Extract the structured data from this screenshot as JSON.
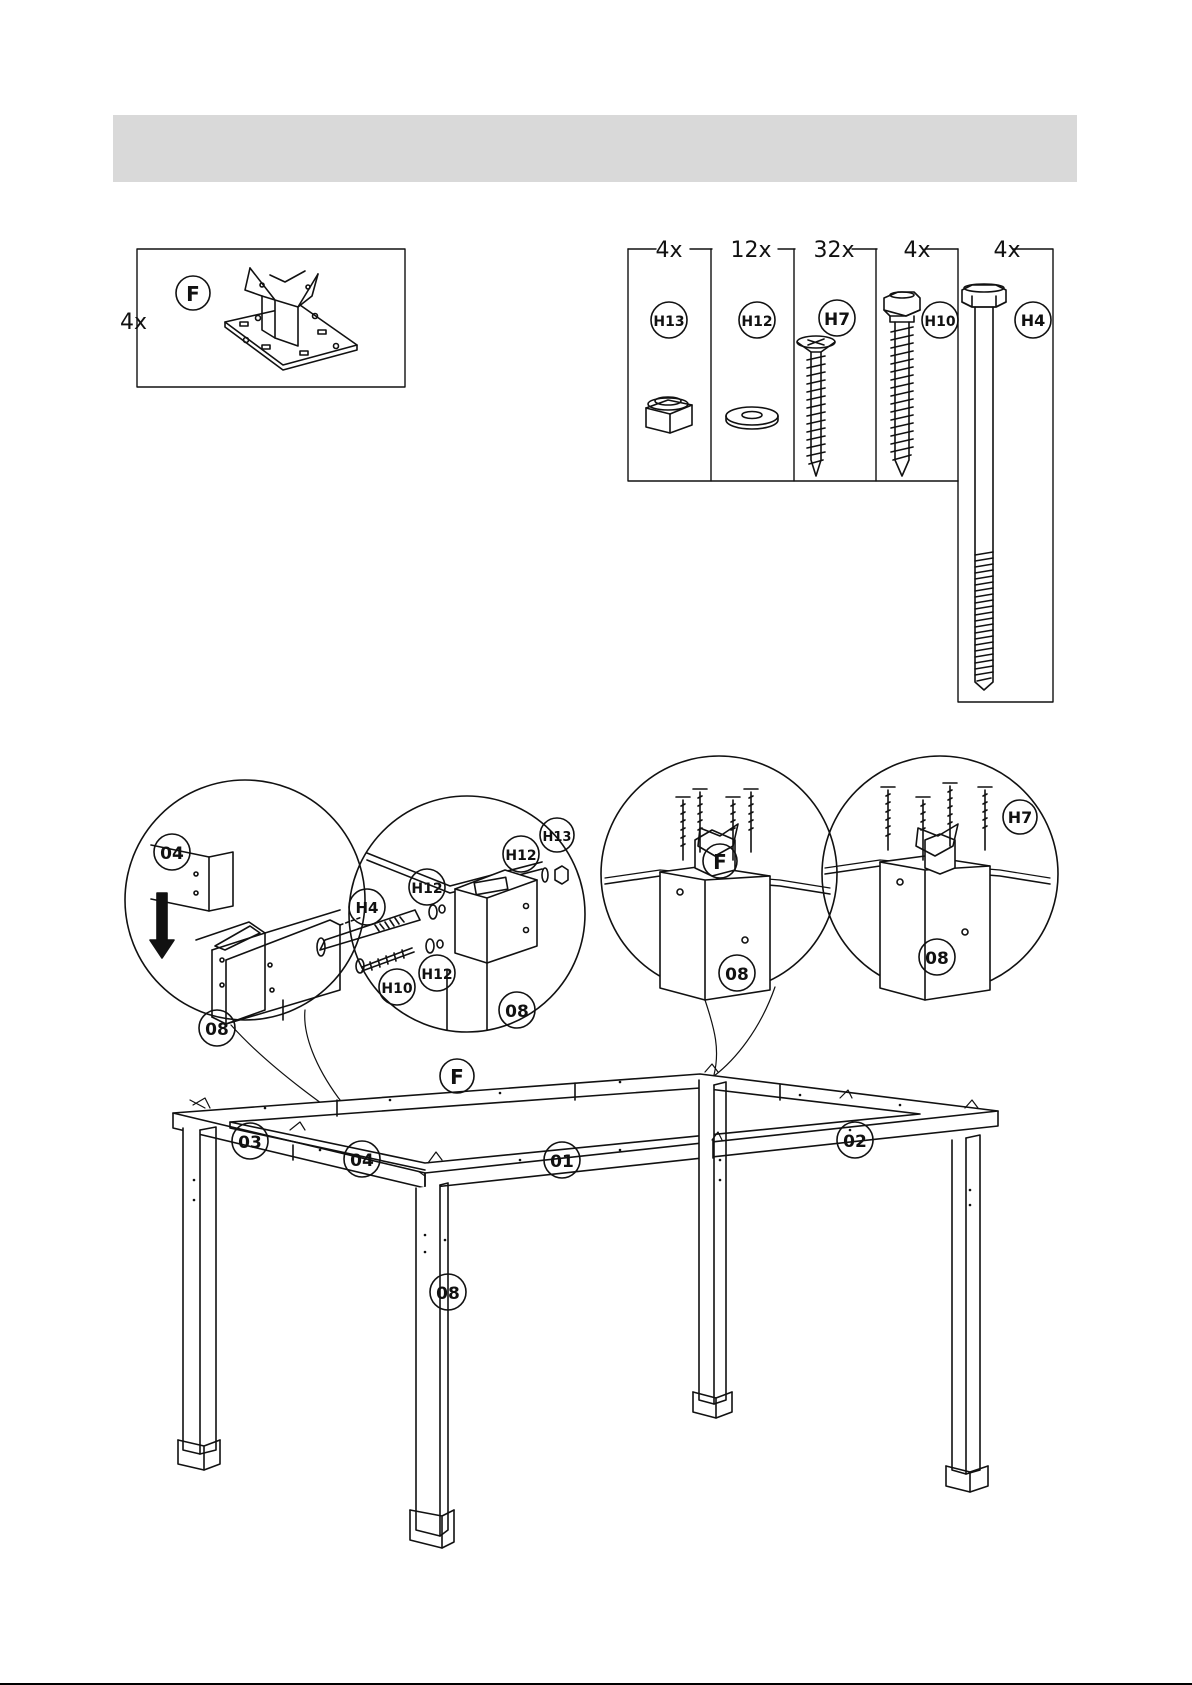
{
  "part_box": {
    "qty": "4x",
    "label": "F"
  },
  "hardware": [
    {
      "qty": "4x",
      "label": "H13"
    },
    {
      "qty": "12x",
      "label": "H12"
    },
    {
      "qty": "32x",
      "label": "H7"
    },
    {
      "qty": "4x",
      "label": "H10"
    },
    {
      "qty": "4x",
      "label": "H4"
    }
  ],
  "detail_1": {
    "labels": [
      "04",
      "08"
    ]
  },
  "detail_2": {
    "labels": [
      "H13",
      "H12",
      "H12",
      "H4",
      "H10",
      "H12",
      "08"
    ]
  },
  "detail_3": {
    "labels": [
      "F",
      "08"
    ]
  },
  "detail_4": {
    "labels": [
      "H7",
      "08"
    ]
  },
  "frame": {
    "labels": [
      "F",
      "03",
      "04",
      "01",
      "02",
      "08"
    ]
  }
}
